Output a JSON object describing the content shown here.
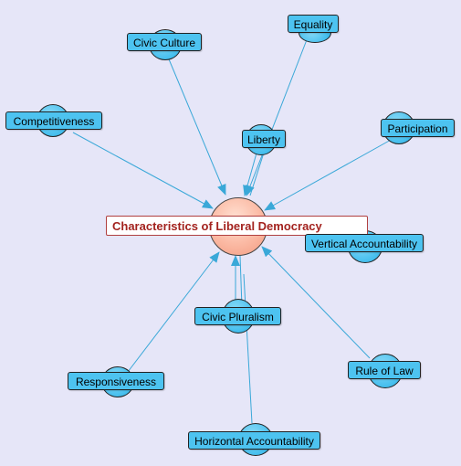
{
  "center": {
    "label": "Characteristics of Liberal Democracy"
  },
  "nodes": {
    "equality": "Equality",
    "civic_culture": "Civic Culture",
    "competitiveness": "Competitiveness",
    "liberty": "Liberty",
    "participation": "Participation",
    "vertical_accountability": "Vertical Accountability",
    "civic_pluralism": "Civic Pluralism",
    "responsiveness": "Responsiveness",
    "rule_of_law": "Rule of Law",
    "horizontal_accountability": "Horizontal Accountability"
  },
  "colors": {
    "background": "#e6e6f8",
    "node_fill": "#4dc3f0",
    "edge": "#3aa8d8",
    "center_fill": "#fbb9a3",
    "center_text": "#a3231f"
  }
}
